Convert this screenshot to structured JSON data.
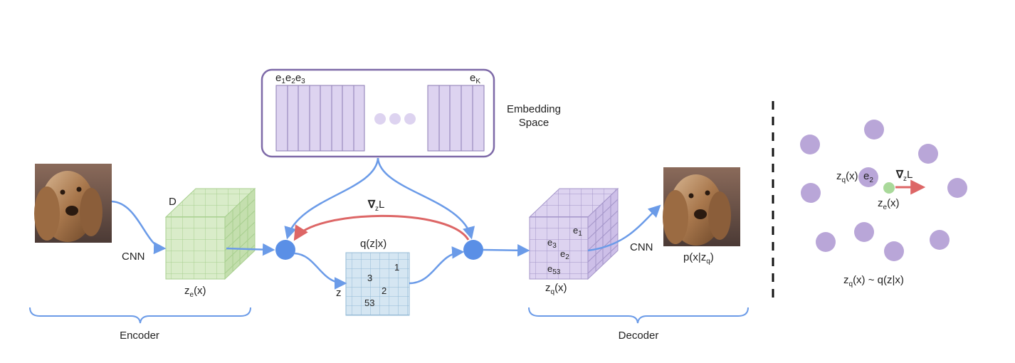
{
  "embedding": {
    "label_line1": "Embedding",
    "label_line2": "Space",
    "e1": "e",
    "e1_sub": "1",
    "e2": "e",
    "e2_sub": "2",
    "e3": "e",
    "e3_sub": "3",
    "eK": "e",
    "eK_sub": "K"
  },
  "encoder": {
    "label": "Encoder",
    "cnn": "CNN",
    "depth_label": "D",
    "ze_main": "z",
    "ze_sub": "e",
    "ze_tail": "(x)"
  },
  "middle": {
    "grad_main": "∇",
    "grad_sub": "z",
    "grad_tail": "L",
    "q_label": "q(z|x)",
    "z_label": "z",
    "cells": [
      "1",
      "3",
      "2",
      "53"
    ]
  },
  "decoder": {
    "label": "Decoder",
    "cnn": "CNN",
    "zq_main": "z",
    "zq_sub": "q",
    "zq_tail": "(x)",
    "p_main": "p(x|z",
    "p_sub": "q",
    "p_tail": ")",
    "cell_e1": "e",
    "cell_e1_sub": "1",
    "cell_e3": "e",
    "cell_e3_sub": "3",
    "cell_e2": "e",
    "cell_e2_sub": "2",
    "cell_e53": "e",
    "cell_e53_sub": "53"
  },
  "right_panel": {
    "zq_main": "z",
    "zq_sub": "q",
    "zq_tail": "(x)",
    "e2": "e",
    "e2_sub": "2",
    "grad_main": "∇",
    "grad_sub": "z",
    "grad_tail": "L",
    "ze_main": "z",
    "ze_sub": "e",
    "ze_tail": "(x)",
    "bottom_main": "z",
    "bottom_sub": "q",
    "bottom_tail": "(x) ~ q(z|x)"
  },
  "colors": {
    "arrow_blue": "#6b9be8",
    "node_blue": "#5a8fe6",
    "grad_red": "#dd6666",
    "encoder_green": "#d9ecc9",
    "decoder_purple": "#ddd3f0",
    "code_blue": "#d5e6f2",
    "embed_border": "#7e6aa8",
    "dot_purple": "#b9a6d8",
    "dot_green": "#a9d99a"
  },
  "icons": [
    "dog-photo-input",
    "dog-photo-output"
  ]
}
